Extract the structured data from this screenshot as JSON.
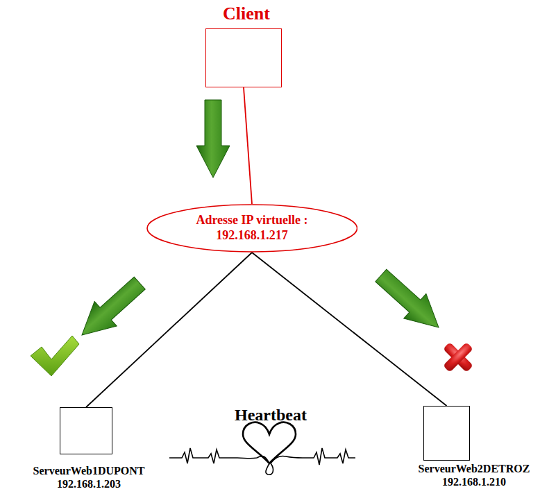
{
  "diagram": {
    "nodes": [
      {
        "text": [
          "Client"
        ]
      },
      {
        "text": [
          "Adresse IP virtuelle : 192.168.1.217"
        ]
      },
      {
        "text": [
          "ServeurWeb1DUPONT",
          "192.168.1.203"
        ]
      },
      {
        "text": [
          "ServeurWeb2DETROZ",
          "192.168.1.210"
        ]
      }
    ],
    "edges": [
      {
        "from": 0,
        "to": 1,
        "arrow": "none"
      },
      {
        "from": 1,
        "to": 2,
        "arrow": "none"
      },
      {
        "from": 1,
        "to": 3,
        "arrow": "none"
      }
    ],
    "labels": [
      "Heartbeat"
    ]
  }
}
